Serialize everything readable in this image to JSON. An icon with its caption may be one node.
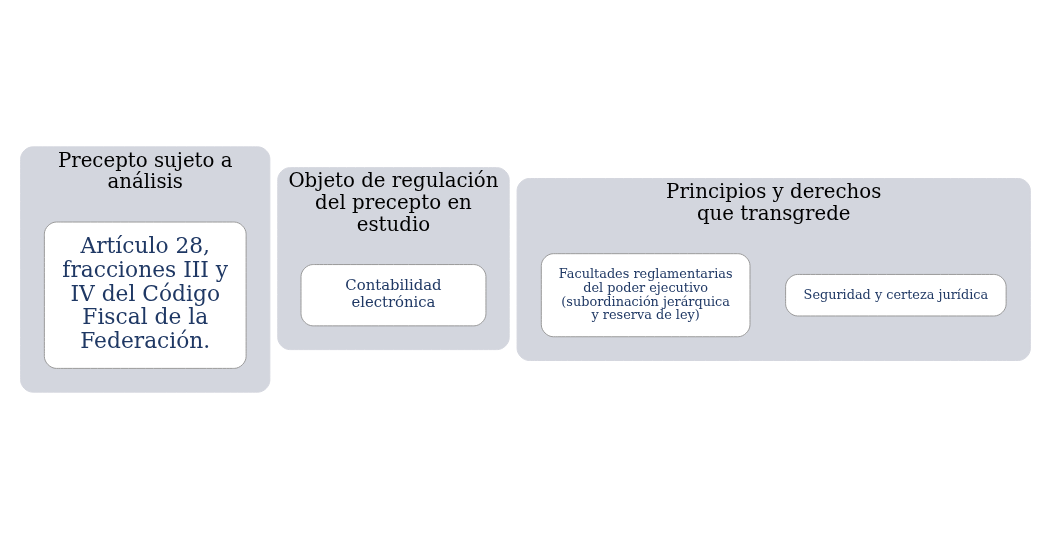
{
  "diagram": {
    "nodes": [
      {
        "text": [
          "Precepto sujeto a análisis"
        ]
      },
      {
        "text": [
          "Artículo 28, fracciones III y IV del Código Fiscal de la Federación."
        ],
        "in": 0
      },
      {
        "text": [
          "Objeto de regulación del precepto en estudio"
        ]
      },
      {
        "text": [
          "Contabilidad electrónica"
        ],
        "in": 2
      },
      {
        "text": [
          "Principios y derechos que transgrede"
        ]
      },
      {
        "text": [
          "Seguridad y certeza jurídica"
        ],
        "in": 4
      },
      {
        "text": [
          "Facultades reglamentarias del poder ejecutivo (subordinación jerárquica y reserva de ley)"
        ],
        "in": 4
      }
    ]
  }
}
